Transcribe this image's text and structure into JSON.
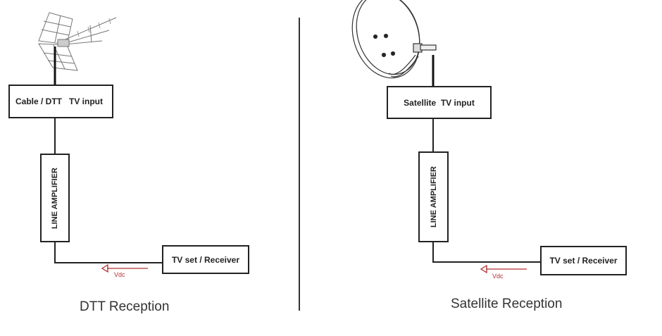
{
  "left": {
    "input_label": "Cable / DTT   TV input",
    "amplifier_label": "LINE AMPLIFIER",
    "tv_label": "TV set / Receiver",
    "vdc_label": "Vdc",
    "caption": "DTT Reception"
  },
  "right": {
    "input_label": "Satellite  TV input",
    "amplifier_label": "LINE AMPLIFIER",
    "tv_label": "TV set / Receiver",
    "vdc_label": "Vdc",
    "caption": "Satellite Reception"
  },
  "colors": {
    "line": "#222222",
    "vdc": "#b03030"
  }
}
